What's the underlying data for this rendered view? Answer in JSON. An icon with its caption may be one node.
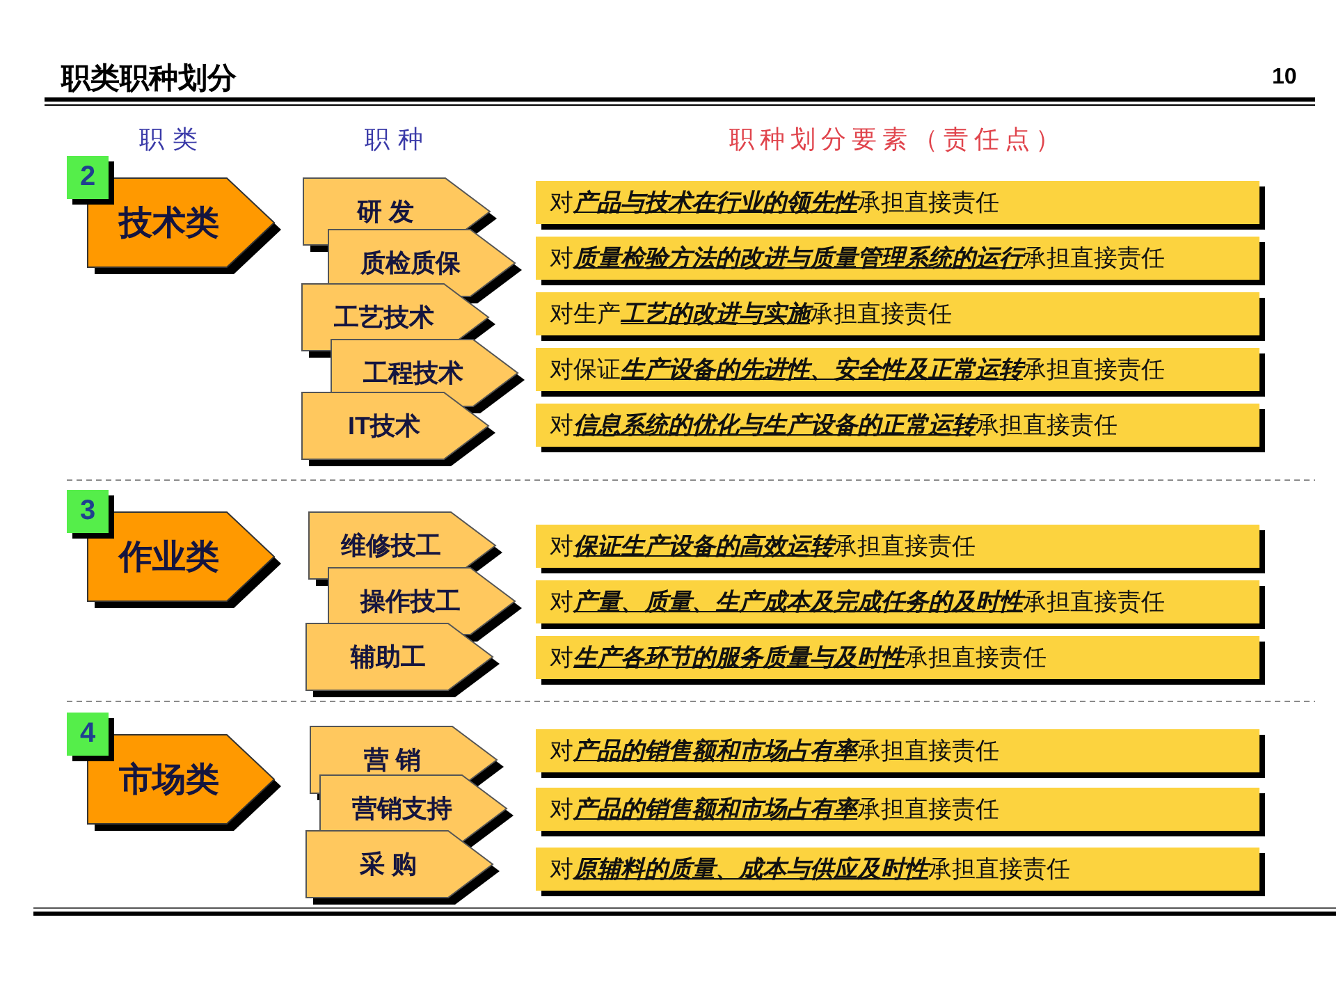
{
  "diagram": {
    "title": "职类职种划分",
    "nodes": [
      {
        "text": [
          "2"
        ]
      },
      {
        "text": [
          "技术类"
        ]
      },
      {
        "text": [
          "研 发"
        ]
      },
      {
        "text": [
          "对**产品与技术在行业的领先性**承担直接责任"
        ]
      },
      {
        "text": [
          "质检质保"
        ]
      },
      {
        "text": [
          "对**质量检验方法的改进与质量管理系统的运行**承担直接责任"
        ]
      },
      {
        "text": [
          "工艺技术"
        ]
      },
      {
        "text": [
          "对生产**工艺的改进与实施**承担直接责任"
        ]
      },
      {
        "text": [
          "工程技术"
        ]
      },
      {
        "text": [
          "对保证**生产设备的先进性、安全性及正常运转**承担直接责任"
        ]
      },
      {
        "text": [
          "IT技术"
        ]
      },
      {
        "text": [
          "对**信息系统的优化与生产设备的正常运转**承担直接责任"
        ]
      },
      {
        "text": [
          "3"
        ]
      },
      {
        "text": [
          "作业类"
        ]
      },
      {
        "text": [
          "维修技工"
        ]
      },
      {
        "text": [
          "对**保证生产设备的高效运转**承担直接责任"
        ]
      },
      {
        "text": [
          "操作技工"
        ]
      },
      {
        "text": [
          "对**产量、质量、生产成本及完成任务的及时性**承担直接责任"
        ]
      },
      {
        "text": [
          "辅助工"
        ]
      },
      {
        "text": [
          "对**生产各环节的服务质量与及时性**承担直接责任"
        ]
      },
      {
        "text": [
          "4"
        ]
      },
      {
        "text": [
          "市场类"
        ]
      },
      {
        "text": [
          "营 销"
        ]
      },
      {
        "text": [
          "对**产品的销售额和市场占有率**承担直接责任"
        ]
      },
      {
        "text": [
          "营销支持"
        ]
      },
      {
        "text": [
          "对**产品的销售额和市场占有率**承担直接责任"
        ]
      },
      {
        "text": [
          "采 购"
        ]
      },
      {
        "text": [
          "对**原辅料的质量、成本与供应及时性**承担直接责任"
        ]
      }
    ],
    "labels": [
      "10",
      "职类",
      "职种",
      "职种划分要素（责任点）"
    ]
  }
}
